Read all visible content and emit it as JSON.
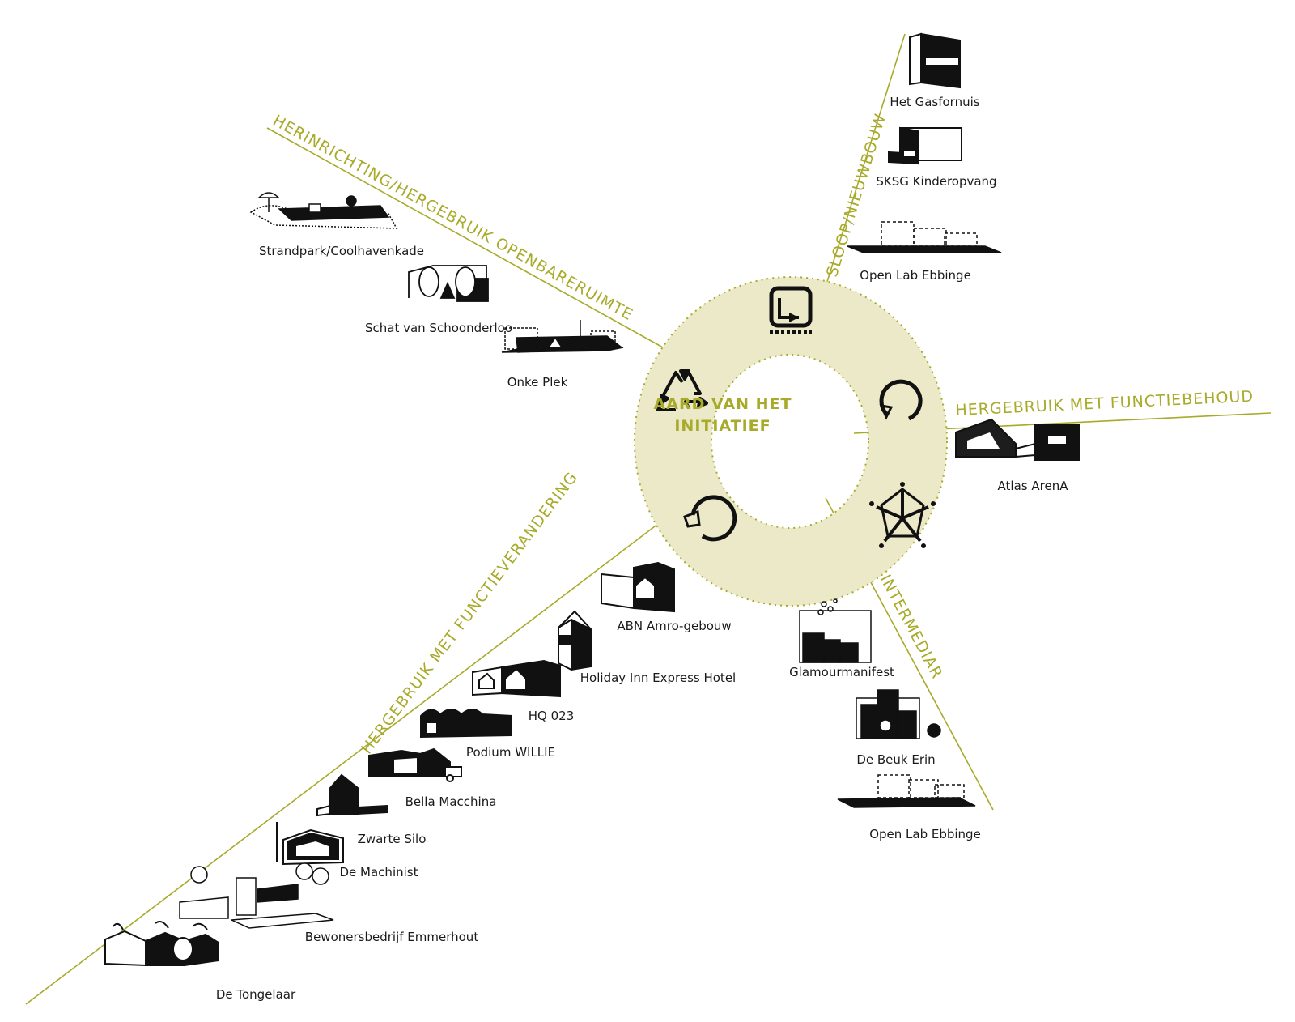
{
  "colors": {
    "accent": "#a8aa2a",
    "ring": "#ebe9c8",
    "ink": "#111111"
  },
  "center": {
    "line1": "AARD VAN HET",
    "line2": "INITIATIEF"
  },
  "axes": {
    "herinrichting": "HERINRICHTING/HERGEBRUIK OPENBARERUIMTE",
    "sloop": "SLOOP/NIEUWBOUW",
    "functiebehoud": "HERGEBRUIK MET FUNCTIEBEHOUD",
    "intermediar": "INTERMEDIAR",
    "functieverandering": "HERGEBRUIK MET FUNCTIEVERANDERING"
  },
  "ring_icons": [
    "recycle-icon",
    "rebuild-icon",
    "reuse-loop-icon",
    "network-icon",
    "change-loop-icon"
  ],
  "projects": {
    "gasfornuis": "Het Gasfornuis",
    "sksg": "SKSG Kinderopvang",
    "openlab1": "Open Lab Ebbinge",
    "strandpark": "Strandpark/Coolhavenkade",
    "schat": "Schat van Schoonderloo",
    "onke": "Onke Plek",
    "atlas": "Atlas ArenA",
    "glamour": "Glamourmanifest",
    "debeuk": "De Beuk  Erin",
    "openlab2": "Open Lab Ebbinge",
    "abn": "ABN Amro-gebouw",
    "holiday": "Holiday Inn Express Hotel",
    "hq": "HQ 023",
    "willie": "Podium WILLIE",
    "bella": "Bella Macchina",
    "zwarte": "Zwarte Silo",
    "machinist": "De Machinist",
    "bewoners": "Bewonersbedrijf Emmerhout",
    "tongelaar": "De Tongelaar"
  }
}
